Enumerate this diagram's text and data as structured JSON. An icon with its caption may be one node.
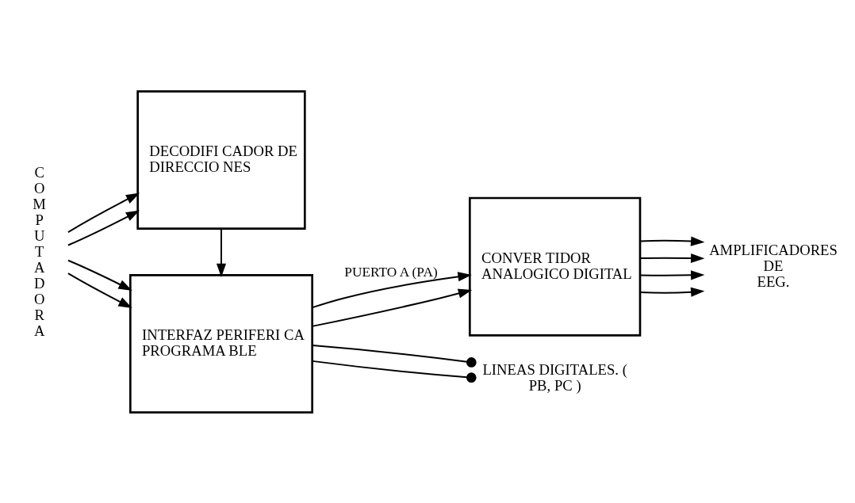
{
  "diagram": {
    "nodes": [
      {
        "text": [
          "COMPUTADORA"
        ]
      },
      {
        "text": [
          "DECODIFI CADOR DE DIRECCIO NES"
        ]
      },
      {
        "text": [
          "CONVER TIDOR ANALOGICO DIGITAL"
        ]
      },
      {
        "text": [
          "AMPLIFICADORES DE EEG."
        ]
      },
      {
        "text": [
          "INTERFAZ PERIFERI CA PROGRAMA BLE"
        ]
      },
      {
        "text": [
          "LINEAS DIGITALES. ( PB, PC )"
        ]
      }
    ],
    "edges": [
      {
        "from": 0,
        "to": 1,
        "arrow": "to"
      },
      {
        "from": 0,
        "to": 1,
        "arrow": "to"
      },
      {
        "from": 0,
        "to": 4,
        "arrow": "to"
      },
      {
        "from": 0,
        "to": 4,
        "arrow": "to"
      },
      {
        "from": 1,
        "to": 4,
        "arrow": "to"
      },
      {
        "from": 4,
        "to": 2,
        "arrow": "to",
        "label": "PUERTO A (PA)"
      },
      {
        "from": 4,
        "to": 2,
        "arrow": "to"
      },
      {
        "from": 2,
        "to": 3,
        "arrow": "to"
      },
      {
        "from": 2,
        "to": 3,
        "arrow": "to"
      },
      {
        "from": 2,
        "to": 3,
        "arrow": "to"
      },
      {
        "from": 2,
        "to": 3,
        "arrow": "to"
      },
      {
        "from": 4,
        "to": 5,
        "arrow": "other"
      },
      {
        "from": 4,
        "to": 5,
        "arrow": "other"
      }
    ]
  }
}
